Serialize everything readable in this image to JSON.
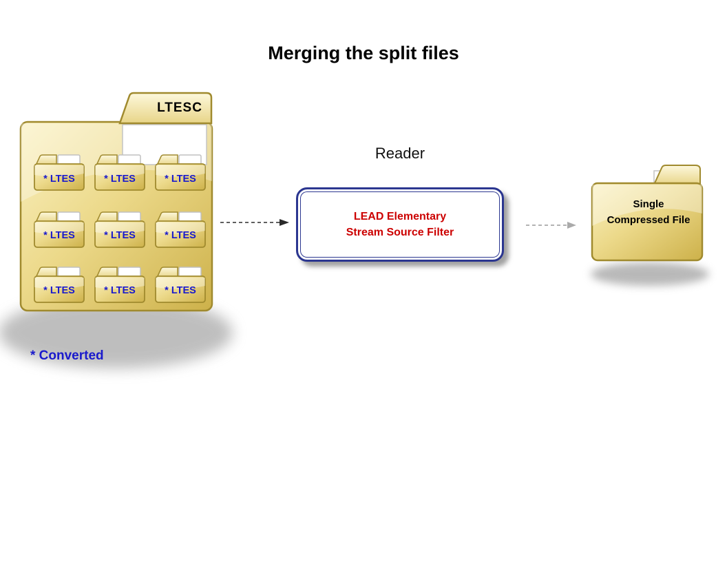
{
  "title": "Merging the split files",
  "main_folder": {
    "label": "LTESC",
    "items": [
      "* LTES",
      "* LTES",
      "* LTES",
      "* LTES",
      "* LTES",
      "* LTES",
      "* LTES",
      "* LTES",
      "* LTES"
    ]
  },
  "footnote": "* Converted",
  "reader": {
    "heading": "Reader",
    "filter_line1": "LEAD Elementary",
    "filter_line2": "Stream Source Filter"
  },
  "output_folder": {
    "label": "Single Compressed File"
  },
  "icons": {
    "main_folder_icon": "folder-open-icon",
    "split_file_icon": "folder-icon",
    "output_folder_icon": "folder-icon",
    "flow_arrow": "dashed-arrow-right-icon"
  },
  "colors": {
    "folder_gold": "#e6d078",
    "folder_gold_dark": "#cdb14a",
    "folder_stroke": "#a08a2e",
    "label_blue": "#1a1acc",
    "filter_text_red": "#cc0000",
    "box_border_navy": "#2b3690",
    "arrow_dark": "#2a2a2a",
    "arrow_gray": "#999999"
  }
}
